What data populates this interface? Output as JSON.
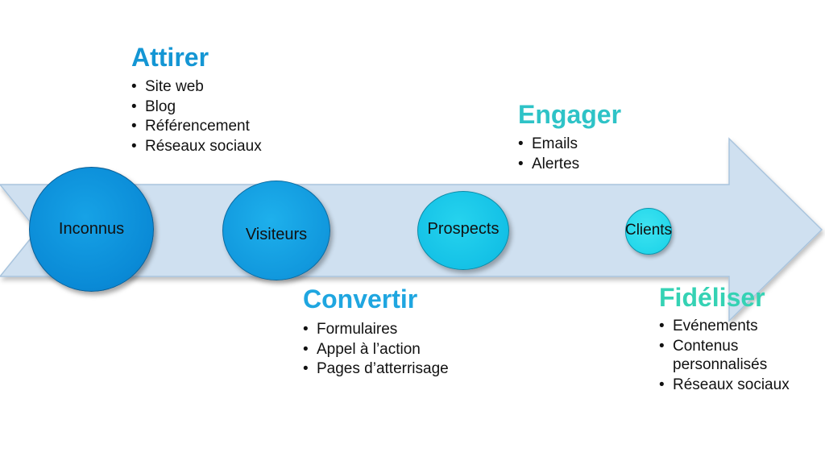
{
  "colors": {
    "arrow_fill": "#cfe0f0",
    "arrow_stroke": "#a9c4dd",
    "attirer": "#1496d4",
    "convertir": "#1fa6e0",
    "engager": "#2ec3c7",
    "fideliser": "#35d2b4"
  },
  "circles": {
    "inconnus": "Inconnus",
    "visiteurs": "Visiteurs",
    "prospects": "Prospects",
    "clients": "Clients"
  },
  "stages": {
    "attirer": {
      "title": "Attirer",
      "items": [
        "Site web",
        "Blog",
        "Référencement",
        "Réseaux sociaux"
      ]
    },
    "convertir": {
      "title": "Convertir",
      "items": [
        "Formulaires",
        "Appel à l’action",
        "Pages d’atterrisage"
      ]
    },
    "engager": {
      "title": "Engager",
      "items": [
        "Emails",
        "Alertes"
      ]
    },
    "fideliser": {
      "title": "Fidéliser",
      "items": [
        "Evénements",
        "Contenus personnalisés",
        "Réseaux sociaux"
      ]
    }
  }
}
